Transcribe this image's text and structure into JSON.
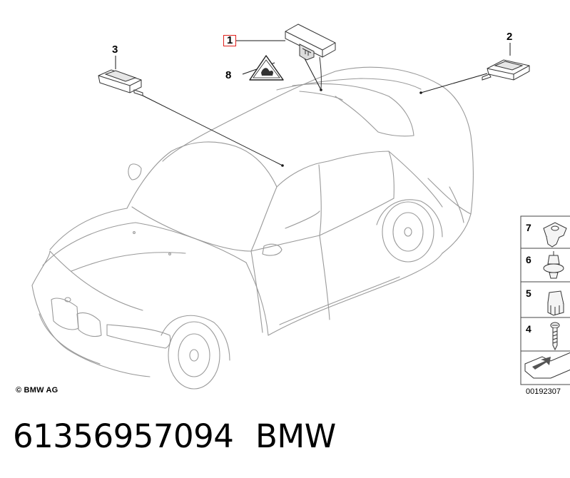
{
  "callouts": {
    "c1": "1",
    "c2": "2",
    "c3": "3",
    "c8": "8"
  },
  "legend": {
    "items": [
      "7",
      "6",
      "5",
      "4"
    ]
  },
  "footer": {
    "copyright": "© BMW AG",
    "drawing_number": "00192307"
  },
  "caption": {
    "part_number": "61356957094",
    "brand": "BMW"
  },
  "colors": {
    "highlight_box": "#e0201c",
    "line": "#1a1a1a",
    "car_outline": "#9a9a9a"
  }
}
